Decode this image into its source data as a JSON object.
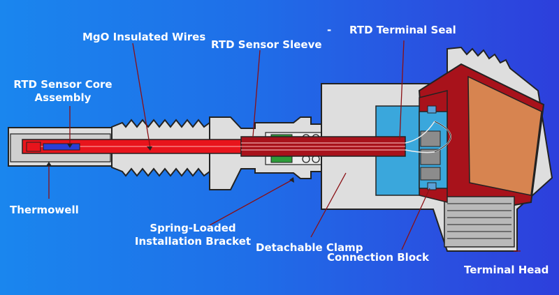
{
  "labels": {
    "mgo_wires": "MgO Insulated Wires",
    "sensor_sleeve": "RTD Sensor Sleeve",
    "dash": "-",
    "terminal_seal": "RTD Terminal Seal",
    "core_line1": "RTD Sensor Core",
    "core_line2": "Assembly",
    "thermowell": "Thermowell",
    "spring_line1": "Spring-Loaded",
    "spring_line2": "Installation Bracket",
    "clamp": "Detachable Clamp",
    "connection_block": "Connection Block",
    "terminal_head": "Terminal Head"
  },
  "colors": {
    "background": "#1f6ee8",
    "outline": "#222222",
    "body_gray": "#dedede",
    "red": "#a8121b",
    "bright_red": "#e8141c",
    "blue_block": "#3aa7dc",
    "green": "#2e9b3a",
    "yellow": "#f4d51b",
    "tan": "#d78450",
    "dark_gray": "#8c8c8c",
    "leader": "#8a0f14"
  }
}
